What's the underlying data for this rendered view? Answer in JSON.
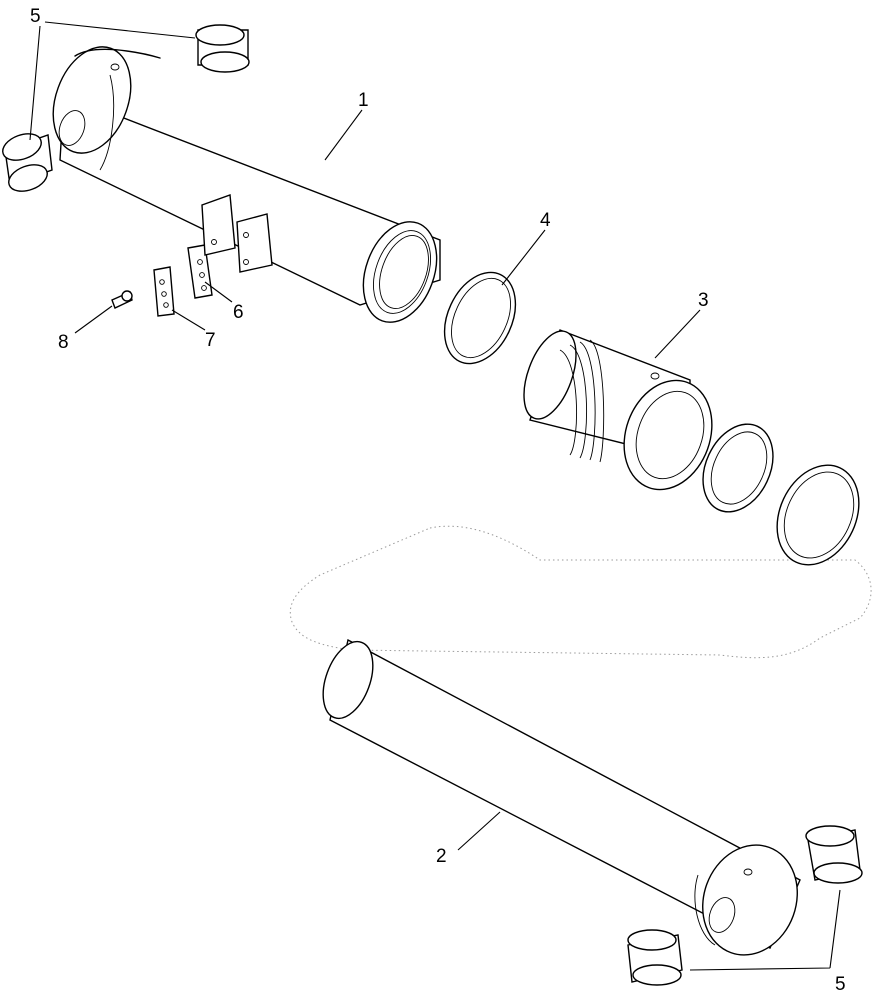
{
  "callouts": {
    "c1": "1",
    "c2": "2",
    "c3": "3",
    "c4": "4",
    "c5_top": "5",
    "c5_bottom": "5",
    "c6": "6",
    "c7": "7",
    "c8": "8"
  },
  "colors": {
    "ink": "#000000",
    "background": "#ffffff",
    "outline_dotted": "#9a9a9a"
  }
}
